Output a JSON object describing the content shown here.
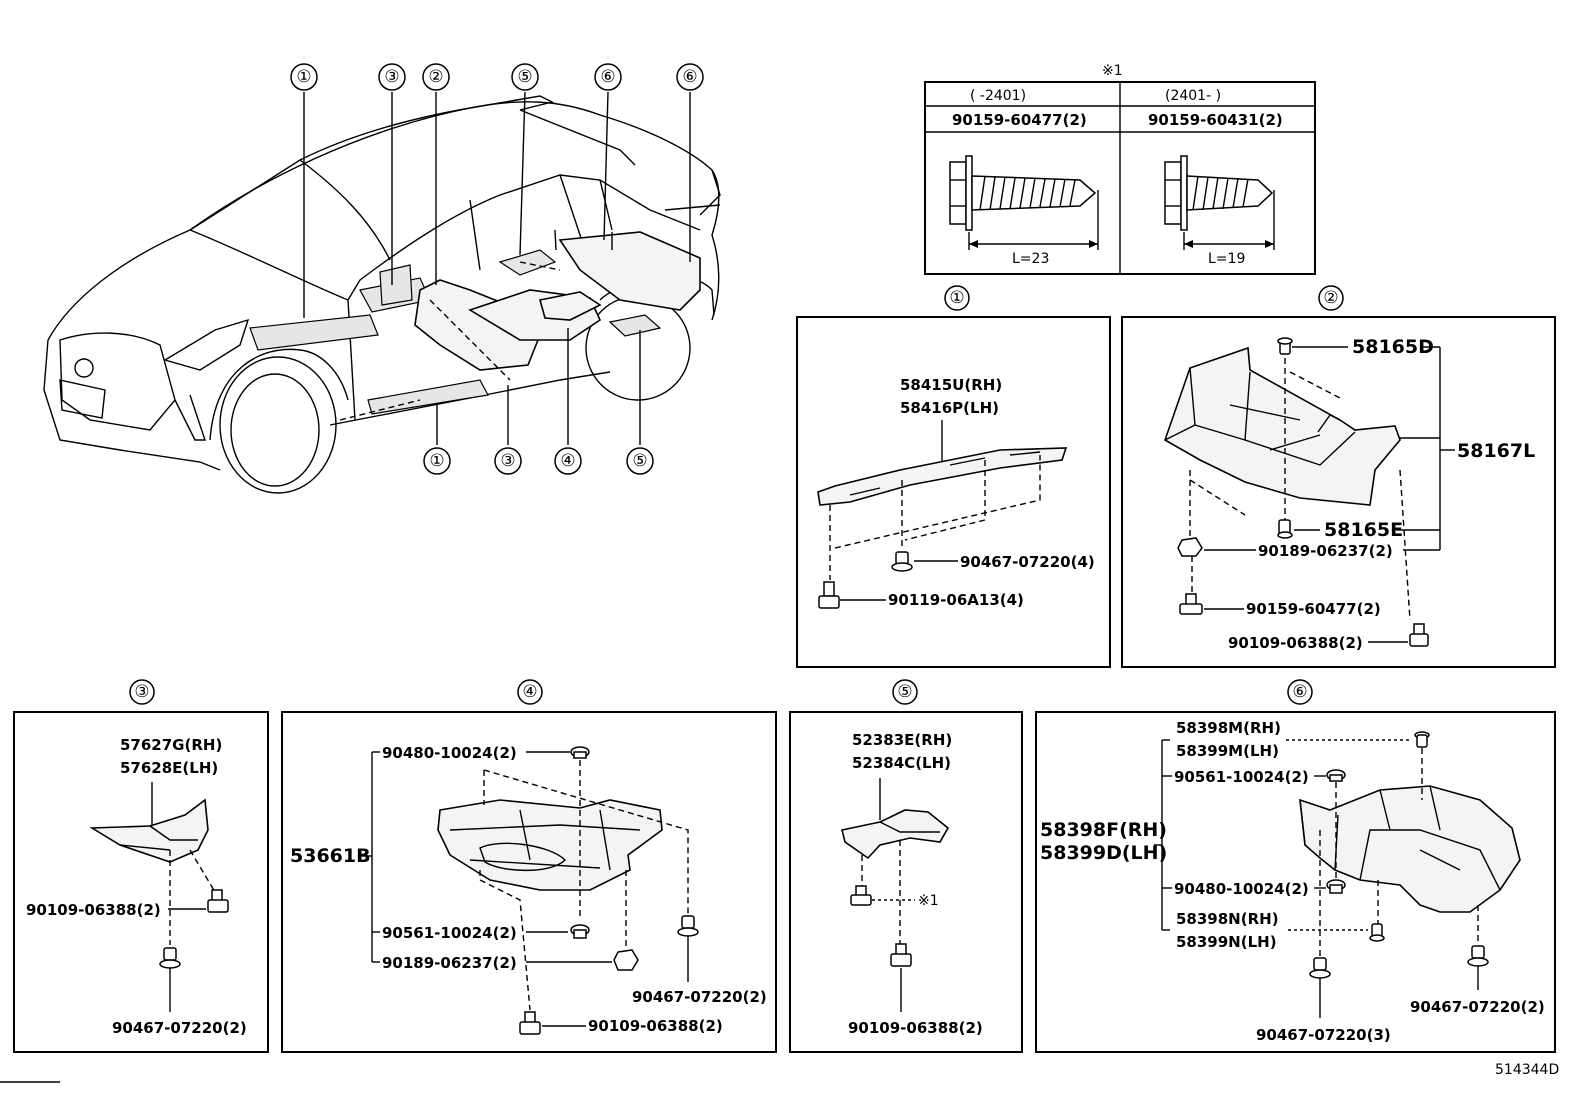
{
  "diagram_code": "514344D",
  "callout_numbers": [
    "①",
    "②",
    "③",
    "④",
    "⑤",
    "⑥"
  ],
  "screw_table": {
    "note_mark": "※1",
    "col1_header": "(      -2401)",
    "col2_header": "(2401-      )",
    "col1_part": "90159-60477(2)",
    "col2_part": "90159-60431(2)",
    "col1_length": "L=23",
    "col2_length": "L=19"
  },
  "panel1": {
    "number": "①",
    "part_rh": "58415U(RH)",
    "part_lh": "58416P(LH)",
    "nut": "90467-07220(4)",
    "bolt": "90119-06A13(4)"
  },
  "panel2": {
    "number": "②",
    "clip_top": "58165D",
    "clip_bottom": "58165E",
    "cover": "58167L",
    "nut": "90189-06237(2)",
    "screw": "90159-60477(2)",
    "bolt": "90109-06388(2)"
  },
  "panel3": {
    "number": "③",
    "part_rh": "57627G(RH)",
    "part_lh": "57628E(LH)",
    "bolt": "90109-06388(2)",
    "clip": "90467-07220(2)"
  },
  "panel4": {
    "number": "④",
    "cover": "53661B",
    "nut_top": "90480-10024(2)",
    "nut_mid": "90561-10024(2)",
    "nut_low": "90189-06237(2)",
    "bolt": "90109-06388(2)",
    "clip": "90467-07220(2)"
  },
  "panel5": {
    "number": "⑤",
    "part_rh": "52383E(RH)",
    "part_lh": "52384C(LH)",
    "ref": "※1",
    "bolt": "90109-06388(2)"
  },
  "panel6": {
    "number": "⑥",
    "clip_rh": "58398M(RH)",
    "clip_lh": "58399M(LH)",
    "nut_top": "90561-10024(2)",
    "liner_rh": "58398F(RH)",
    "liner_lh": "58399D(LH)",
    "nut_mid": "90480-10024(2)",
    "clip2_rh": "58398N(RH)",
    "clip2_lh": "58399N(LH)",
    "clip_left": "90467-07220(3)",
    "clip_right": "90467-07220(2)"
  }
}
